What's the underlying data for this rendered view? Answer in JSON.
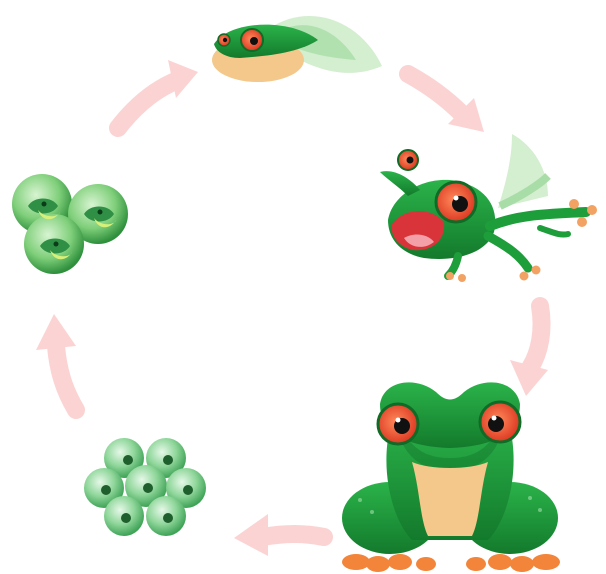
{
  "diagram": {
    "type": "life-cycle",
    "stages": [
      {
        "id": "tadpole",
        "icon": "tadpole-icon"
      },
      {
        "id": "froglet",
        "icon": "froglet-icon"
      },
      {
        "id": "adult-frog",
        "icon": "adult-frog-icon"
      },
      {
        "id": "frogspawn",
        "icon": "frogspawn-icon"
      },
      {
        "id": "eggs-with-embryos",
        "icon": "embryo-eggs-icon"
      }
    ],
    "arrow_direction": "clockwise",
    "colors": {
      "arrow": "#fbd3d3",
      "frog_green": "#1e9e3a",
      "frog_dark_green": "#0f6b25",
      "belly": "#f3c88a",
      "eye_red": "#e8422a",
      "egg_green": "#8fd69a",
      "egg_dark": "#2f8f45",
      "mouth": "#d9343a"
    }
  }
}
